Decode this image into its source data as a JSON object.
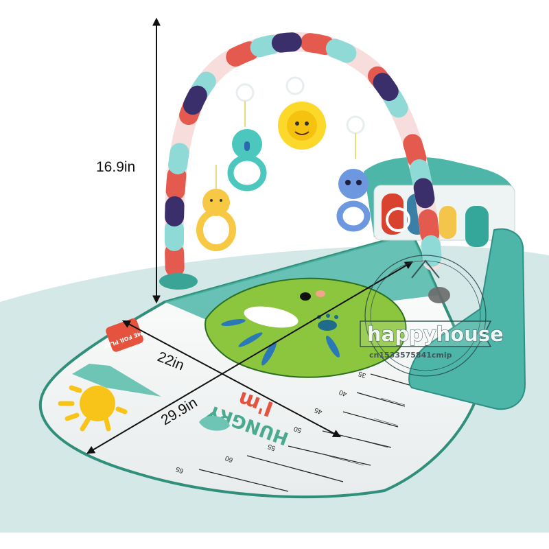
{
  "product": {
    "name": "baby-play-gym-piano-mat",
    "colors": {
      "floor": "#d4e8e8",
      "mat_edge": "#2f8f7a",
      "mat_white": "#f7f7f5",
      "frog_green": "#8cc63f",
      "frog_dark": "#3c8f2a",
      "teal_body": "#4db6a8",
      "teal_dark": "#2e8f85",
      "arch_red": "#e55a4e",
      "arch_navy": "#3b2f6b",
      "arch_aqua": "#8fdad6",
      "arch_pink": "#f7dedd",
      "sun_yellow": "#f8c419",
      "key_red": "#d8422e",
      "key_yellow": "#f3c54a",
      "key_teal": "#35a79a"
    }
  },
  "dimensions": {
    "height": {
      "label": "16.9in",
      "arrow_icon": "double-arrow-vertical"
    },
    "width": {
      "label": "22in",
      "arrow_icon": "double-arrow-diagonal"
    },
    "length": {
      "label": "29.9in",
      "arrow_icon": "double-arrow-diagonal"
    }
  },
  "mat_prints": {
    "slogan_line1": "I'm",
    "slogan_line2": "HUNGRY",
    "badge_text": "TIME FOR PLAY",
    "ruler_marks": [
      "35",
      "40",
      "45",
      "50",
      "55",
      "60",
      "65"
    ]
  },
  "hanging_toys": [
    {
      "name": "tiger-teether",
      "color": "#f7c844"
    },
    {
      "name": "koala-teether",
      "color": "#4cc7bd"
    },
    {
      "name": "sunflower-rattle",
      "color": "#fbd82a"
    },
    {
      "name": "raccoon-teether",
      "color": "#6d98e0"
    }
  ],
  "watermark": {
    "brand": "happyhouse",
    "store_id": "cn1533575841cmip"
  }
}
